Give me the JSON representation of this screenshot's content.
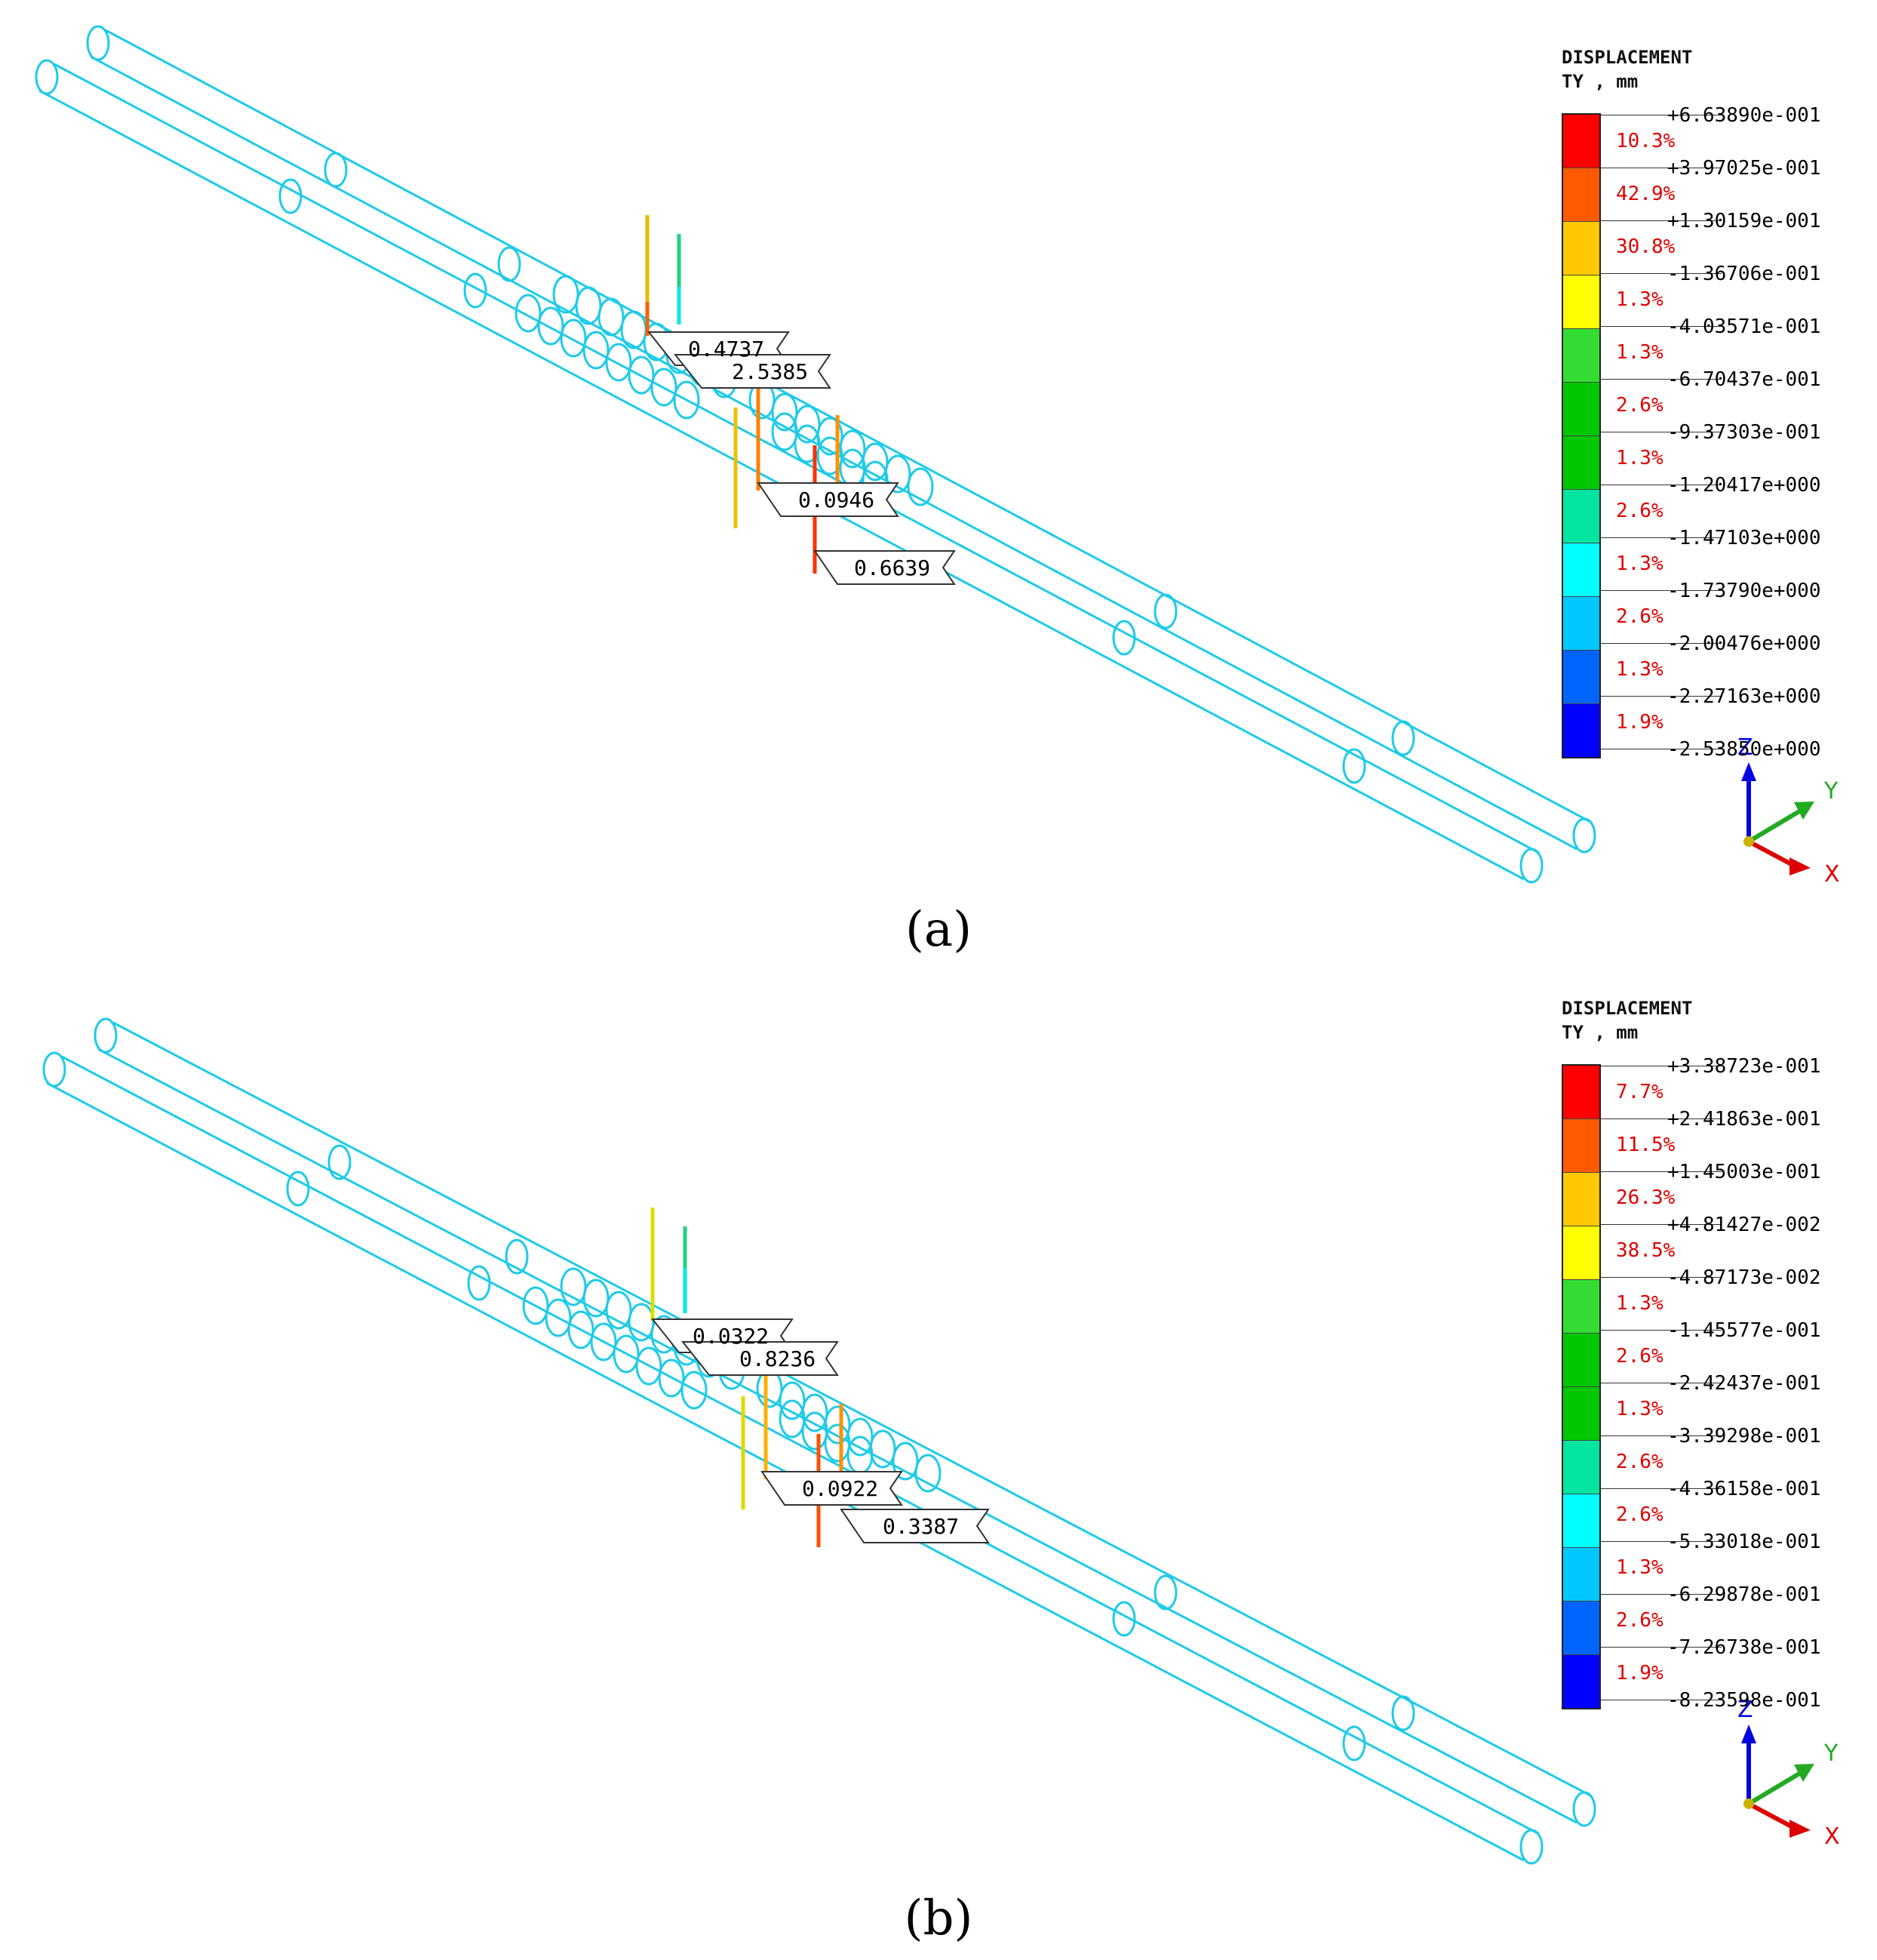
{
  "panels": [
    {
      "label": "(a)",
      "legend": {
        "title_line1": "DISPLACEMENT",
        "title_line2": "TY , mm",
        "ticks": [
          "+6.63890e-001",
          "+3.97025e-001",
          "+1.30159e-001",
          "-1.36706e-001",
          "-4.03571e-001",
          "-6.70437e-001",
          "-9.37303e-001",
          "-1.20417e+000",
          "-1.47103e+000",
          "-1.73790e+000",
          "-2.00476e+000",
          "-2.27163e+000",
          "-2.53850e+000"
        ],
        "percents": [
          "10.3%",
          "42.9%",
          "30.8%",
          "1.3%",
          "1.3%",
          "2.6%",
          "1.3%",
          "2.6%",
          "1.3%",
          "2.6%",
          "1.3%",
          "1.9%"
        ],
        "colors": [
          "#ff0000",
          "#ff5a00",
          "#ffc800",
          "#ffff00",
          "#32dc32",
          "#00c800",
          "#00c800",
          "#00e6a0",
          "#00ffff",
          "#00c8ff",
          "#0064ff",
          "#0000ff"
        ]
      },
      "callouts": [
        "0.4737",
        "2.5385",
        "0.0946",
        "0.6639"
      ],
      "axes": {
        "z": "Z",
        "y": "Y",
        "x": "X"
      }
    },
    {
      "label": "(b)",
      "legend": {
        "title_line1": "DISPLACEMENT",
        "title_line2": "TY , mm",
        "ticks": [
          "+3.38723e-001",
          "+2.41863e-001",
          "+1.45003e-001",
          "+4.81427e-002",
          "-4.87173e-002",
          "-1.45577e-001",
          "-2.42437e-001",
          "-3.39298e-001",
          "-4.36158e-001",
          "-5.33018e-001",
          "-6.29878e-001",
          "-7.26738e-001",
          "-8.23598e-001"
        ],
        "percents": [
          "7.7%",
          "11.5%",
          "26.3%",
          "38.5%",
          "1.3%",
          "2.6%",
          "1.3%",
          "2.6%",
          "2.6%",
          "1.3%",
          "2.6%",
          "1.9%"
        ],
        "colors": [
          "#ff0000",
          "#ff5a00",
          "#ffc800",
          "#ffff00",
          "#32dc32",
          "#00c800",
          "#00c800",
          "#00e6a0",
          "#00ffff",
          "#00c8ff",
          "#0064ff",
          "#0000ff"
        ]
      },
      "callouts": [
        "0.0322",
        "0.8236",
        "0.0922",
        "0.3387"
      ],
      "axes": {
        "z": "Z",
        "y": "Y",
        "x": "X"
      }
    }
  ]
}
